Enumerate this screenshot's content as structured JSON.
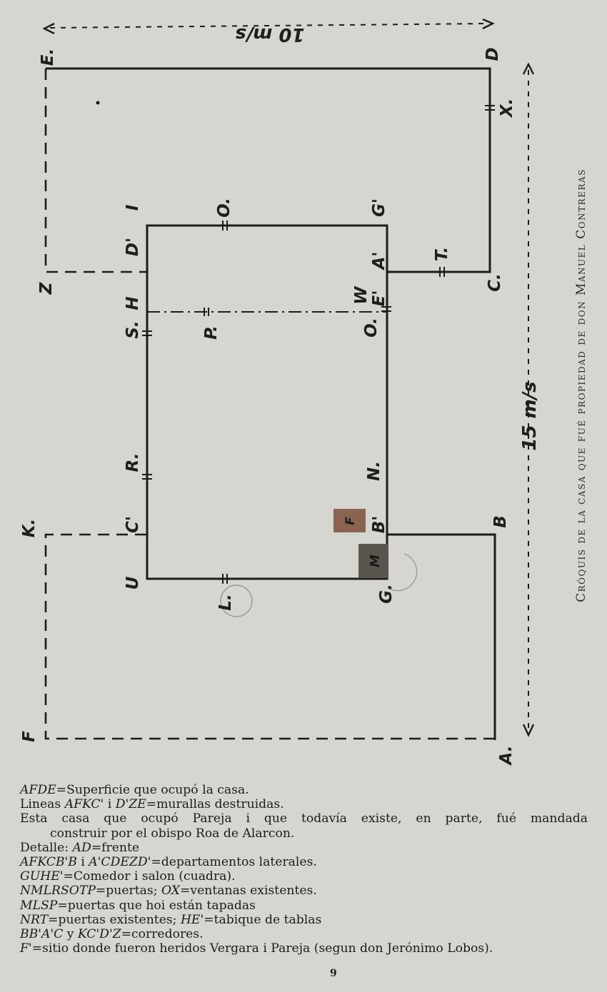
{
  "diagram": {
    "dim_top": "10 m/s",
    "dim_side": "15 m/s",
    "caption": "Cróquis de la casa que fué propiedad de don Manuel Contreras",
    "labels": {
      "E": "E.",
      "D": "D",
      "X": "X.",
      "I": "I",
      "O_top": "O.",
      "G_prime": "G'",
      "Z": "Z",
      "D_prime": "D'",
      "A_prime": "A'",
      "T": "T.",
      "C": "C.",
      "H": "H",
      "W": "W",
      "E_prime": "E'",
      "S": "S.",
      "P": "P.",
      "O_mid": "O.",
      "R": "R.",
      "N": "N.",
      "K": "K.",
      "C_prime": "C'",
      "F_mark": "F",
      "B_prime": "B'",
      "B": "B",
      "U": "U",
      "M": "M",
      "G": "G.",
      "L": "L.",
      "F": "F",
      "A": "A."
    }
  },
  "legend": {
    "l1_key": "AFDE",
    "l1_text": "=Superficie que ocupó la casa.",
    "l2_pre": "Lineas ",
    "l2_key1": "AFKC'",
    "l2_mid": " i ",
    "l2_key2": "D'ZE",
    "l2_text": "=murallas destruidas.",
    "l3_a": "Esta casa que ocupó Pareja i que todavía existe, en parte, fué mandada",
    "l3_b": "construir por el obispo Roa de Alarcon.",
    "l4_pre": "Detalle: ",
    "l4_key": "AD",
    "l4_text": "=frente",
    "l5_key1": "AFKCB'B",
    "l5_mid": " i ",
    "l5_key2": "A'CDEZD'",
    "l5_text": "=departamentos laterales.",
    "l6_key": "GUHE'",
    "l6_text": "=Comedor i salon (cuadra).",
    "l7_key1": "NMLRSOTP",
    "l7_mid": "=puertas; ",
    "l7_key2": "OX",
    "l7_text": "=ventanas existentes.",
    "l8_key": "MLSP",
    "l8_text": "=puertas que hoi están tapadas",
    "l9_key1": "NRT",
    "l9_mid": "=puertas existentes; ",
    "l9_key2": "HE'",
    "l9_text": "=tabique de tablas",
    "l10_key1": "BB'A'C",
    "l10_mid": " y ",
    "l10_key2": "KC'D'Z",
    "l10_text": "=corredores.",
    "l11_key": "F'",
    "l11_text": "=sitio donde fueron heridos Vergara i Pareja (segun don Jerónimo Lobos)."
  },
  "page_number": "9"
}
